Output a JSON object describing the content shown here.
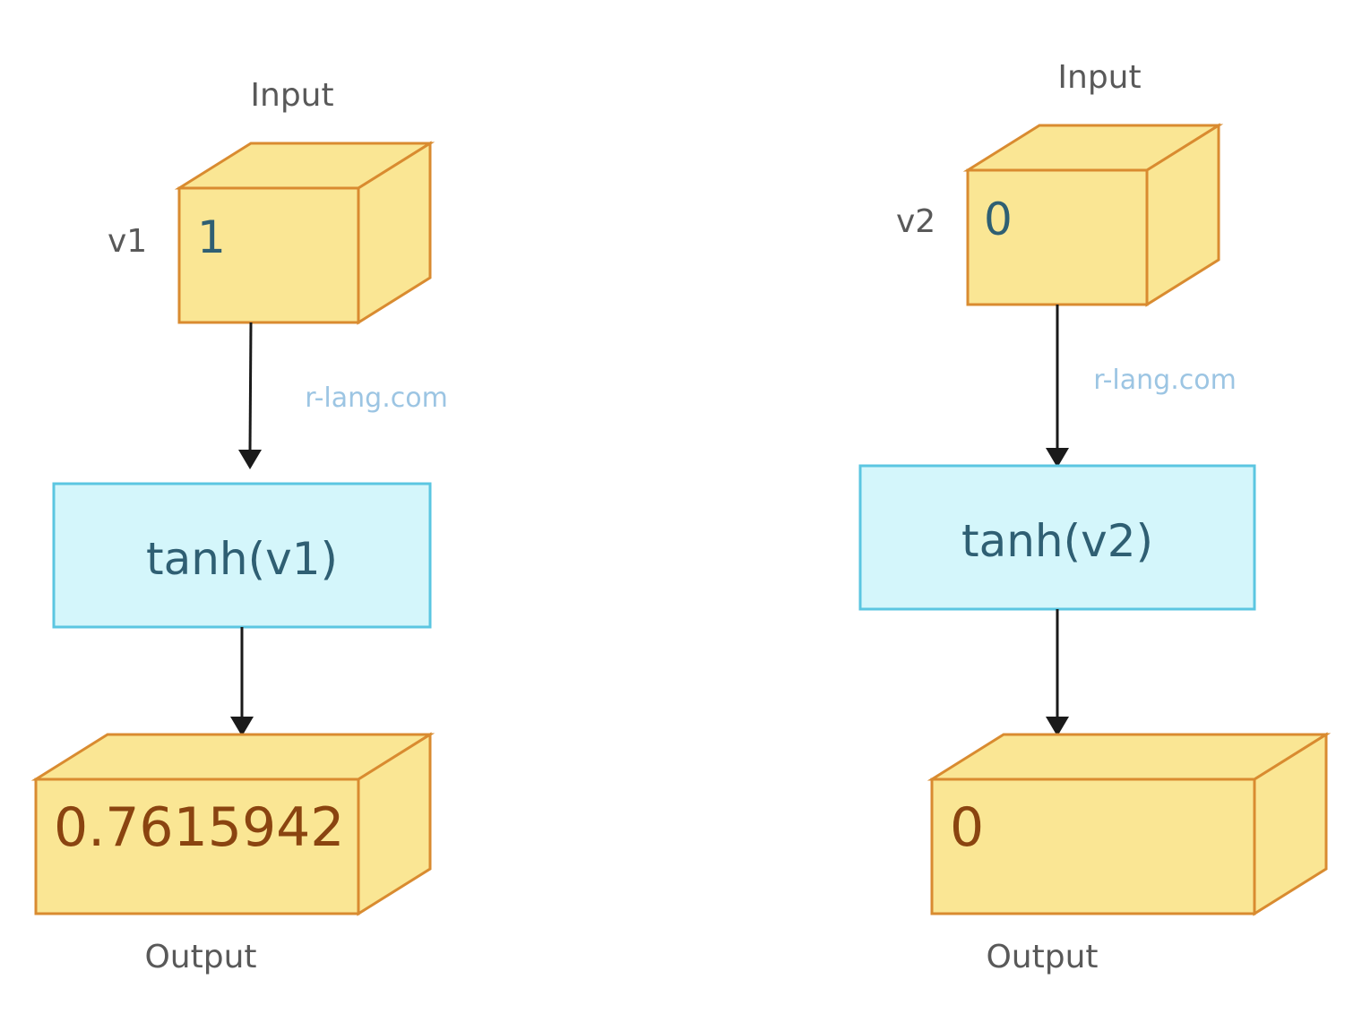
{
  "diagrams": [
    {
      "input_label": "Input",
      "variable": "v1",
      "input_value": "1",
      "function": "tanh(v1)",
      "watermark": "r-lang.com",
      "output_value": "0.7615942",
      "output_label": "Output"
    },
    {
      "input_label": "Input",
      "variable": "v2",
      "input_value": "0",
      "function": "tanh(v2)",
      "watermark": "r-lang.com",
      "output_value": "0",
      "output_label": "Output"
    }
  ],
  "colors": {
    "cube_fill": "#fae694",
    "cube_stroke": "#d98b30",
    "function_fill": "#d4f6fb",
    "function_stroke": "#5bc6e1",
    "watermark": "#9cc5e3"
  }
}
